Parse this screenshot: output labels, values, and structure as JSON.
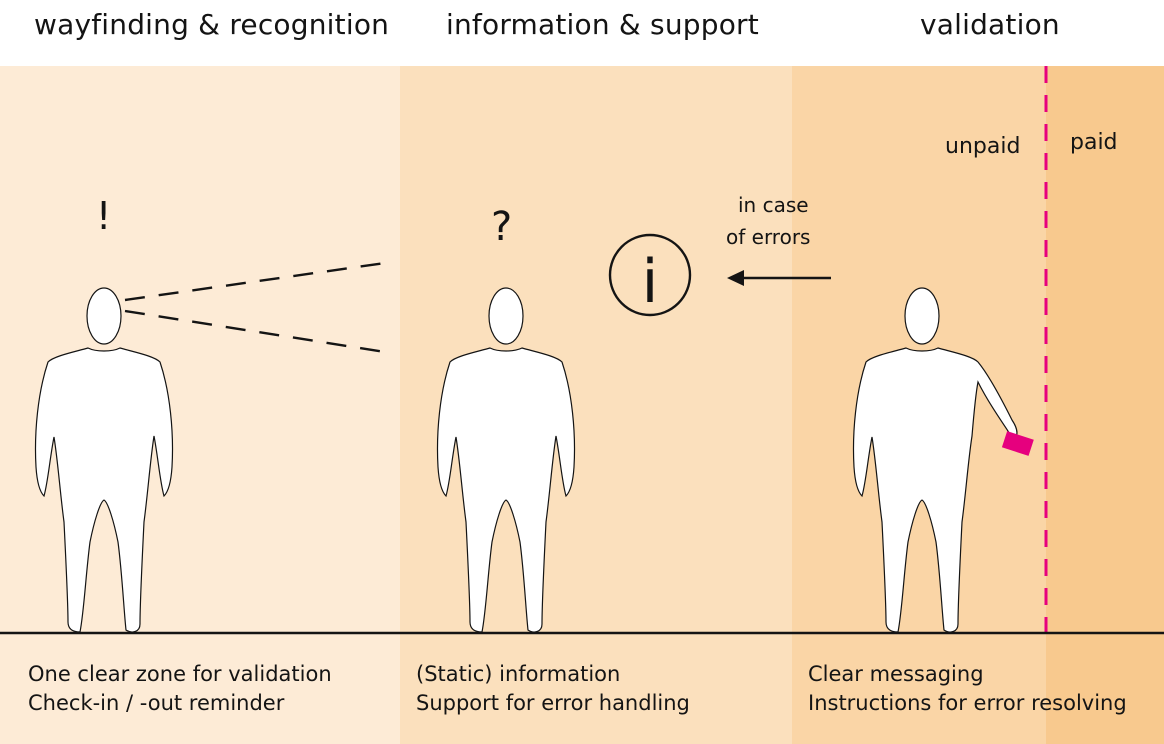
{
  "colors": {
    "zone1": "#fdebd6",
    "zone2": "#fbe0bd",
    "zone3": "#fad5a6",
    "zone3_paid": "#f8c98e",
    "gate_line": "#e6007e",
    "card": "#e6007e",
    "ink": "#141414"
  },
  "zones": [
    {
      "title": "wayfinding & recognition",
      "captions": [
        "One clear zone for validation",
        "Check-in / -out reminder"
      ],
      "figure_marker": "!"
    },
    {
      "title": "information & support",
      "captions": [
        "(Static) information",
        "Support for error handling"
      ],
      "figure_marker": "?"
    },
    {
      "title": "validation",
      "captions": [
        "Clear messaging",
        "Instructions for error resolving"
      ]
    }
  ],
  "gate": {
    "left_label": "unpaid",
    "right_label": "paid"
  },
  "info": {
    "icon": "info-icon",
    "note_lines": [
      "in case",
      "of errors"
    ]
  }
}
